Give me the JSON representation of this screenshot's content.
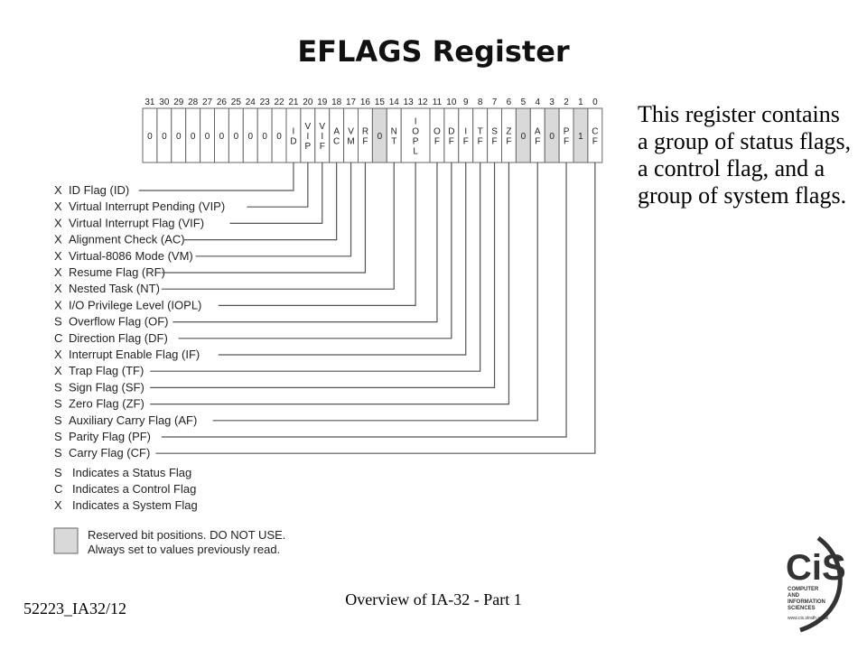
{
  "title": "EFLAGS Register",
  "side_text": "This register contains a group of status flags, a control flag, and a group of system flags.",
  "footer": {
    "left": "52223_IA32/12",
    "center": "Overview of IA-32 - Part 1"
  },
  "register": {
    "bit_numbers": [
      "31",
      "30",
      "29",
      "28",
      "27",
      "26",
      "25",
      "24",
      "23",
      "22",
      "21",
      "20",
      "19",
      "18",
      "17",
      "16",
      "15",
      "14",
      "13",
      "12",
      "11",
      "10",
      "9",
      "8",
      "7",
      "6",
      "5",
      "4",
      "3",
      "2",
      "1",
      "0"
    ],
    "cells": [
      {
        "text": "0",
        "reserved": false
      },
      {
        "text": "0",
        "reserved": false
      },
      {
        "text": "0",
        "reserved": false
      },
      {
        "text": "0",
        "reserved": false
      },
      {
        "text": "0",
        "reserved": false
      },
      {
        "text": "0",
        "reserved": false
      },
      {
        "text": "0",
        "reserved": false
      },
      {
        "text": "0",
        "reserved": false
      },
      {
        "text": "0",
        "reserved": false
      },
      {
        "text": "0",
        "reserved": false
      },
      {
        "text": "I D",
        "reserved": false
      },
      {
        "text": "V I P",
        "reserved": false
      },
      {
        "text": "V I F",
        "reserved": false
      },
      {
        "text": "A C",
        "reserved": false
      },
      {
        "text": "V M",
        "reserved": false
      },
      {
        "text": "R F",
        "reserved": false
      },
      {
        "text": "0",
        "reserved": true
      },
      {
        "text": "N T",
        "reserved": false
      },
      {
        "text": "I O P L",
        "reserved": false,
        "span": 2
      },
      {
        "text": "O F",
        "reserved": false
      },
      {
        "text": "D F",
        "reserved": false
      },
      {
        "text": "I F",
        "reserved": false
      },
      {
        "text": "T F",
        "reserved": false
      },
      {
        "text": "S F",
        "reserved": false
      },
      {
        "text": "Z F",
        "reserved": false
      },
      {
        "text": "0",
        "reserved": true
      },
      {
        "text": "A F",
        "reserved": false
      },
      {
        "text": "0",
        "reserved": true
      },
      {
        "text": "P F",
        "reserved": false
      },
      {
        "text": "1",
        "reserved": true
      },
      {
        "text": "C F",
        "reserved": false
      }
    ]
  },
  "flags": [
    {
      "type": "X",
      "label": "ID Flag (ID)",
      "bit": 21
    },
    {
      "type": "X",
      "label": "Virtual Interrupt Pending (VIP)",
      "bit": 20
    },
    {
      "type": "X",
      "label": "Virtual Interrupt Flag (VIF)",
      "bit": 19
    },
    {
      "type": "X",
      "label": "Alignment Check (AC)",
      "bit": 18
    },
    {
      "type": "X",
      "label": "Virtual-8086 Mode (VM)",
      "bit": 17
    },
    {
      "type": "X",
      "label": "Resume Flag (RF)",
      "bit": 16
    },
    {
      "type": "X",
      "label": "Nested Task (NT)",
      "bit": 14
    },
    {
      "type": "X",
      "label": "I/O Privilege Level (IOPL)",
      "bit": 12.5
    },
    {
      "type": "S",
      "label": "Overflow Flag (OF)",
      "bit": 11
    },
    {
      "type": "C",
      "label": "Direction Flag (DF)",
      "bit": 10
    },
    {
      "type": "X",
      "label": "Interrupt Enable Flag (IF)",
      "bit": 9
    },
    {
      "type": "X",
      "label": "Trap Flag (TF)",
      "bit": 8
    },
    {
      "type": "S",
      "label": "Sign Flag (SF)",
      "bit": 7
    },
    {
      "type": "S",
      "label": "Zero Flag (ZF)",
      "bit": 6
    },
    {
      "type": "S",
      "label": "Auxiliary Carry Flag (AF)",
      "bit": 4
    },
    {
      "type": "S",
      "label": "Parity Flag (PF)",
      "bit": 2
    },
    {
      "type": "S",
      "label": "Carry Flag (CF)",
      "bit": 0
    }
  ],
  "legend": [
    {
      "type": "S",
      "label": "Indicates a Status Flag"
    },
    {
      "type": "C",
      "label": "Indicates a Control Flag"
    },
    {
      "type": "X",
      "label": "Indicates a System Flag"
    }
  ],
  "reserved_note": [
    "Reserved bit positions. DO NOT USE.",
    "Always set to values previously read."
  ],
  "colors": {
    "reserved_fill": "#d9d9d9",
    "line": "#555555",
    "logo_accent": "#333333"
  },
  "logo": {
    "text": "CiS",
    "subtext": [
      "COMPUTER",
      "AND",
      "INFORMATION",
      "SCIENCES"
    ],
    "url_text": "www.cis.strath.ac.uk"
  }
}
